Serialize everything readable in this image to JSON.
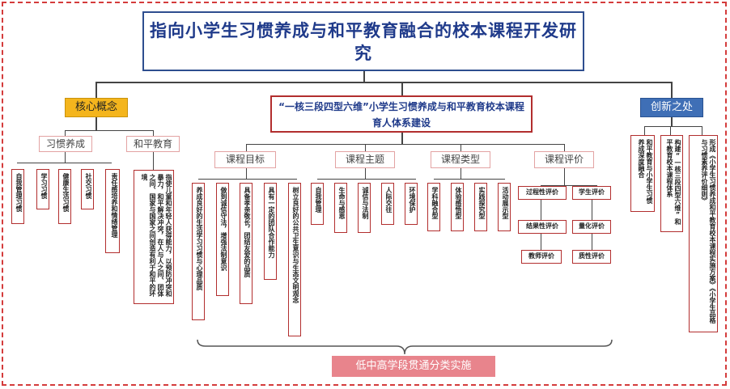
{
  "title": "指向小学生习惯养成与和平教育融合的校本课程开发研究",
  "core": {
    "label": "核心概念",
    "habit": {
      "label": "习惯养成",
      "items": [
        "自我管理习惯",
        "学习习惯",
        "健康生活习惯",
        "社交习惯",
        "责任感培养和情绪管理"
      ]
    },
    "peace": {
      "label": "和平教育",
      "text": "指使儿童和年轻人获得能力，以预防冲突和暴力，和平解决冲突，在人与人之间、团体之间、国家与国家之间创造有利于和平的环境"
    }
  },
  "system": {
    "label": "“一核三段四型六维”小学生习惯养成与和平教育校本课程育人体系建设",
    "goals": {
      "label": "课程目标",
      "items": [
        "养成良好的生活学习习惯与心理品质",
        "做到诚信守法，增强法制意识",
        "具备孝亲敬长，团结友爱的品质",
        "具有一定的团队合作能力",
        "树立良好的公共卫生意识与生态文明观念"
      ]
    },
    "themes": {
      "label": "课程主题",
      "items": [
        "自我管理",
        "生命与感恩",
        "诚信与法制",
        "人际交往",
        "环境保护"
      ]
    },
    "types": {
      "label": "课程类型",
      "items": [
        "学科融合型",
        "体验感悟型",
        "实践探究型",
        "活动展示型"
      ]
    },
    "evaluation": {
      "label": "课程评价",
      "items": [
        "过程性评价",
        "学生评价",
        "结果性评价",
        "量化评价",
        "教师评价",
        "质性评价"
      ]
    },
    "bottom": "低中高学段贯通分类实施"
  },
  "innovation": {
    "label": "创新之处",
    "items": [
      "和平教育与小学生习惯养成深度融合",
      "构建“一核三段四型六维”和平教育校本课程体系",
      "形成《小学生习惯养成和平教育校本课程实施方案》《小学生品格与习惯素养评价细则》"
    ]
  }
}
